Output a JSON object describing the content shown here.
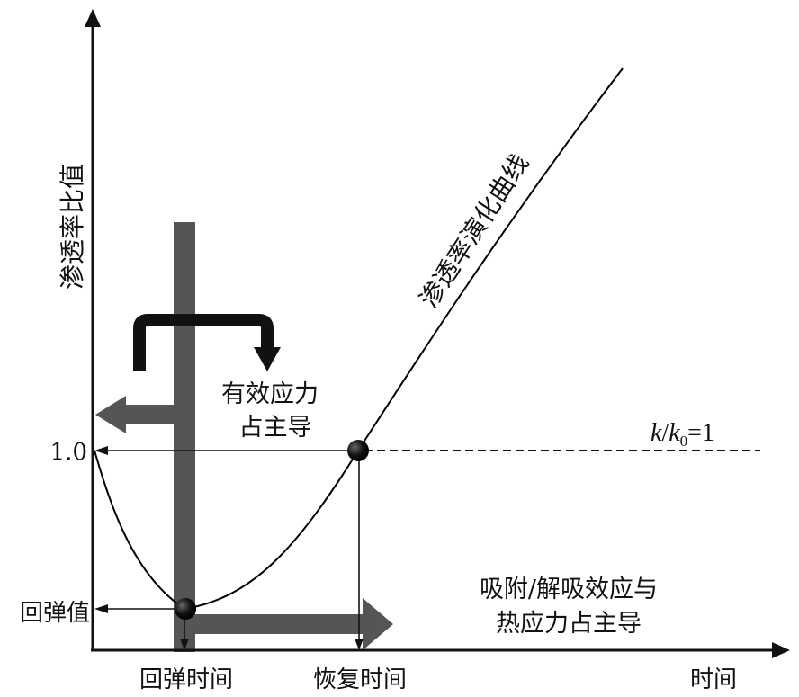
{
  "axes": {
    "y_label": "渗透率比值",
    "x_label": "时间",
    "y_tick_1": "1.0",
    "y_tick_rebound": "回弹值",
    "x_tick_rebound_time": "回弹时间",
    "x_tick_recovery_time": "恢复时间"
  },
  "curve_label": "渗透率演化曲线",
  "reference_line": {
    "k_label": "k",
    "k0_label": "k",
    "k0_sub": "0",
    "eq_label": "=1",
    "slash": "/"
  },
  "annotations": {
    "effective_stress_line1": "有效应力",
    "effective_stress_line2": "占主导",
    "adsorption_line1": "吸附/解吸效应与",
    "adsorption_line2": "热应力占主导"
  },
  "colors": {
    "arrow_band": "#555555",
    "curve": "#000000",
    "point": "#111111"
  }
}
